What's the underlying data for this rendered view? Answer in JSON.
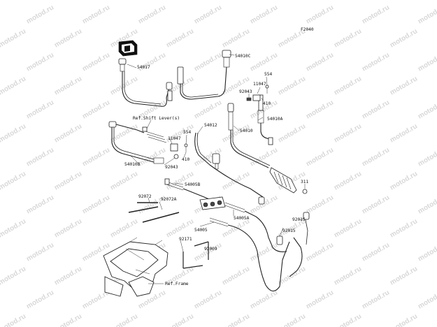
{
  "watermark": {
    "text": "motod.ru"
  },
  "figure_code": "F2040",
  "references": {
    "shift_lever": "Ref.Shift Lever(s)",
    "frame": "Ref.Frame"
  },
  "part_labels": {
    "p54017": "54017",
    "p54010c": "54010C",
    "p554_top": "554",
    "p11047_top": "11047",
    "p92043_top": "92043",
    "p410_top": "410",
    "p54010": "54010",
    "p54010a": "54010A",
    "p54012": "54012",
    "p554_mid": "554",
    "p11047_mid": "11047",
    "p410_mid": "410",
    "p92043_mid": "92043",
    "p54010b": "54010B",
    "p311": "311",
    "p54005b": "54005B",
    "p92072": "92072",
    "p92072a": "92072A",
    "p54005a": "54005A",
    "p92015_a": "92015",
    "p92015_b": "92015",
    "p54005": "54005",
    "p92171": "92171",
    "p92009": "92009"
  }
}
